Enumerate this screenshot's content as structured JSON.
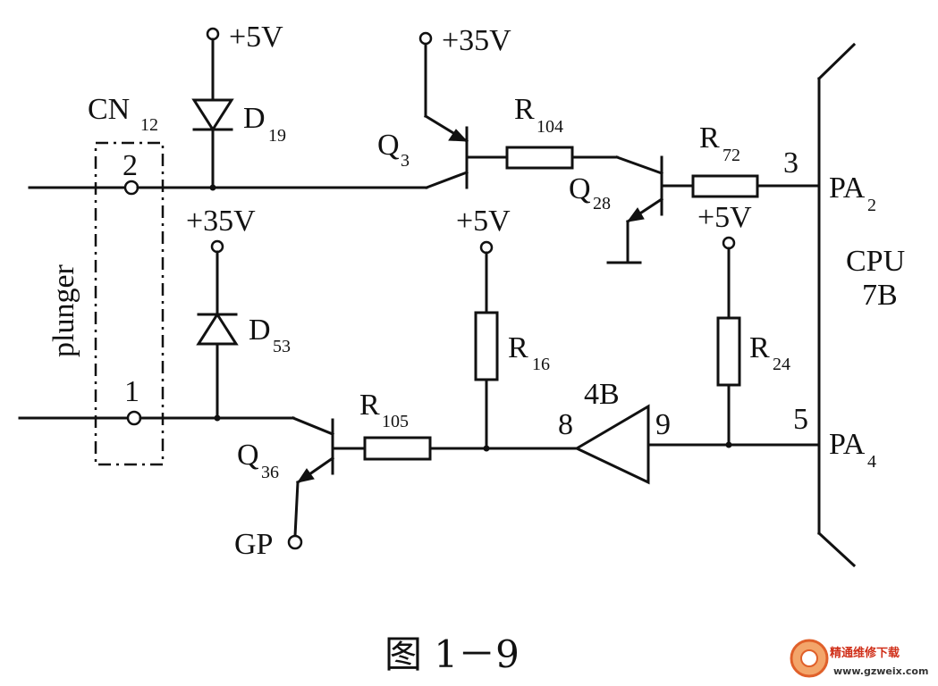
{
  "labels": {
    "cn12": "CN",
    "cn12_sub": "12",
    "pin2": "2",
    "pin1": "1",
    "plunger": "plunger",
    "v5_d19": "+5V",
    "d19": "D",
    "d19_sub": "19",
    "v35_q3": "+35V",
    "q3": "Q",
    "q3_sub": "3",
    "r104": "R",
    "r104_sub": "104",
    "q28": "Q",
    "q28_sub": "28",
    "r72": "R",
    "r72_sub": "72",
    "pin3": "3",
    "pa2": "PA",
    "pa2_sub": "2",
    "cpu": "CPU",
    "cpu_num": "7B",
    "v35_d53": "+35V",
    "d53": "D",
    "d53_sub": "53",
    "v5_r16": "+5V",
    "r16": "R",
    "r16_sub": "16",
    "v5_r24": "+5V",
    "r24": "R",
    "r24_sub": "24",
    "buf": "4B",
    "pin8": "8",
    "pin9": "9",
    "pin5": "5",
    "pa4": "PA",
    "pa4_sub": "4",
    "r105": "R",
    "r105_sub": "105",
    "q36": "Q",
    "q36_sub": "36",
    "gp": "GP"
  },
  "caption": "图 1－9",
  "watermark": {
    "line1": "精通维修下载",
    "line2": "www.gzweix.com"
  }
}
